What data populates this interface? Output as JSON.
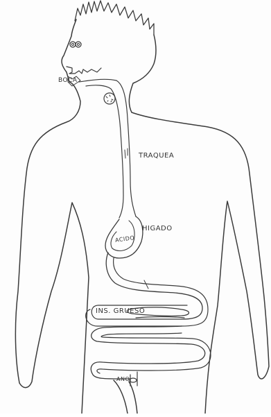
{
  "labels": {
    "mouth": "BOCA",
    "trachea": "TRAQUEA",
    "liver": "HIGADO",
    "stomach": "ACIDO",
    "large_intestine": "INS. GRUESO",
    "anus": "ANO"
  },
  "colors": {
    "line": "#3a3a3a",
    "paper": "#fdfdfd"
  }
}
